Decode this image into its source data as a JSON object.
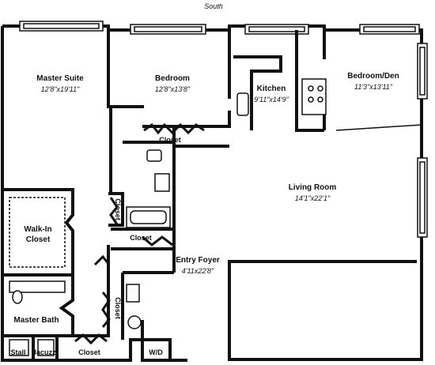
{
  "compass": "South",
  "rooms": {
    "master_suite": {
      "name": "Master Suite",
      "dim": "12'8\"x19'11\""
    },
    "bedroom": {
      "name": "Bedroom",
      "dim": "12'8\"x13'8\""
    },
    "kitchen": {
      "name": "Kitchen",
      "dim": "9'11\"x14'9\""
    },
    "bedroom_den": {
      "name": "Bedroom/Den",
      "dim": "11'3\"x13'11\""
    },
    "living_room": {
      "name": "Living Room",
      "dim": "14'1\"x22'1\""
    },
    "entry_foyer": {
      "name": "Entry Foyer",
      "dim": "4'11x22'8\""
    },
    "walk_in_closet": {
      "name_line1": "Walk-In",
      "name_line2": "Closet"
    },
    "master_bath": {
      "name": "Master Bath"
    }
  },
  "labels": {
    "closet_bedroom": "Closet",
    "closet_vertical": "Closet",
    "closet_hall": "Closet",
    "closet_foyer": "Closet",
    "closet_bath": "Closet",
    "stall": "Stall",
    "jacuzzi": "Jacuzzi",
    "wd": "W/D"
  }
}
